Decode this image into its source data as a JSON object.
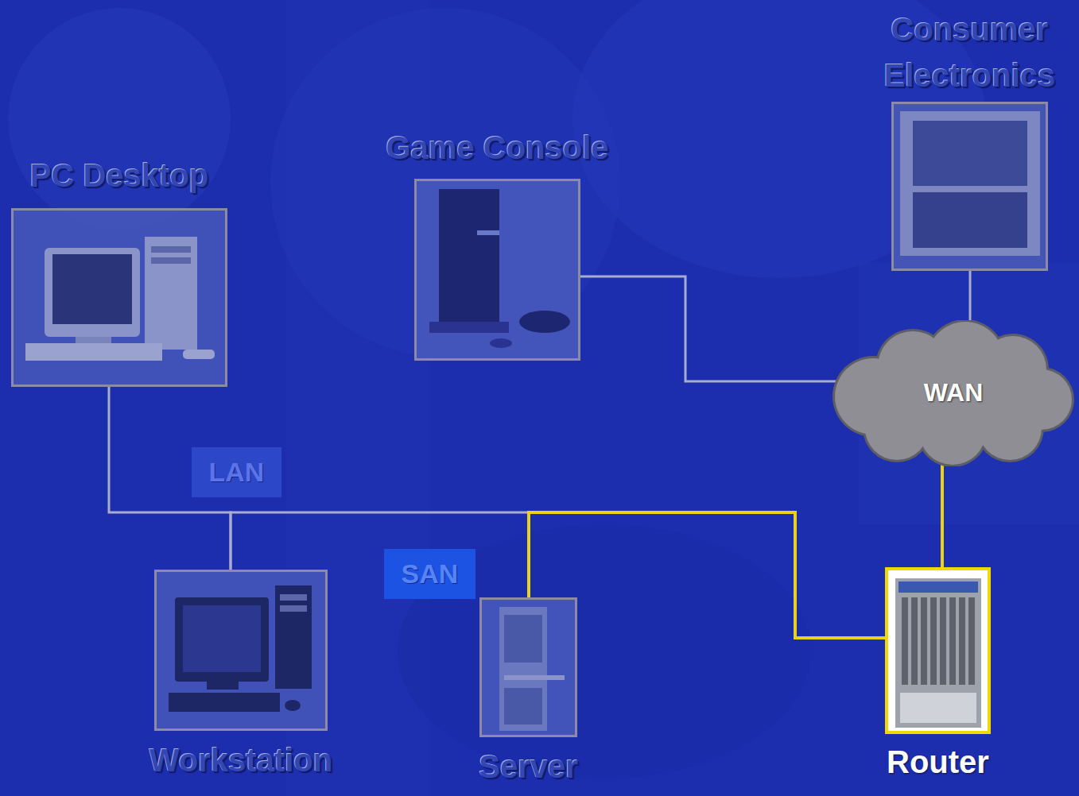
{
  "diagram": {
    "nodes": [
      {
        "text": [
          "PC Desktop"
        ]
      },
      {
        "text": [
          "Game Console"
        ]
      },
      {
        "text": [
          "Consumer Electronics"
        ]
      },
      {
        "text": [
          "WAN"
        ]
      },
      {
        "text": [
          "LAN"
        ]
      },
      {
        "text": [
          "SAN"
        ]
      },
      {
        "text": [
          "Workstation"
        ]
      },
      {
        "text": [
          "Server"
        ]
      },
      {
        "text": [
          "Router"
        ]
      }
    ],
    "edges": [
      {
        "from": 0,
        "to": 6,
        "arrow": "none"
      },
      {
        "from": 6,
        "to": 7,
        "arrow": "none"
      },
      {
        "from": 7,
        "to": 8,
        "arrow": "none"
      },
      {
        "from": 1,
        "to": 3,
        "arrow": "none"
      },
      {
        "from": 2,
        "to": 3,
        "arrow": "none"
      },
      {
        "from": 3,
        "to": 8,
        "arrow": "none"
      }
    ]
  }
}
